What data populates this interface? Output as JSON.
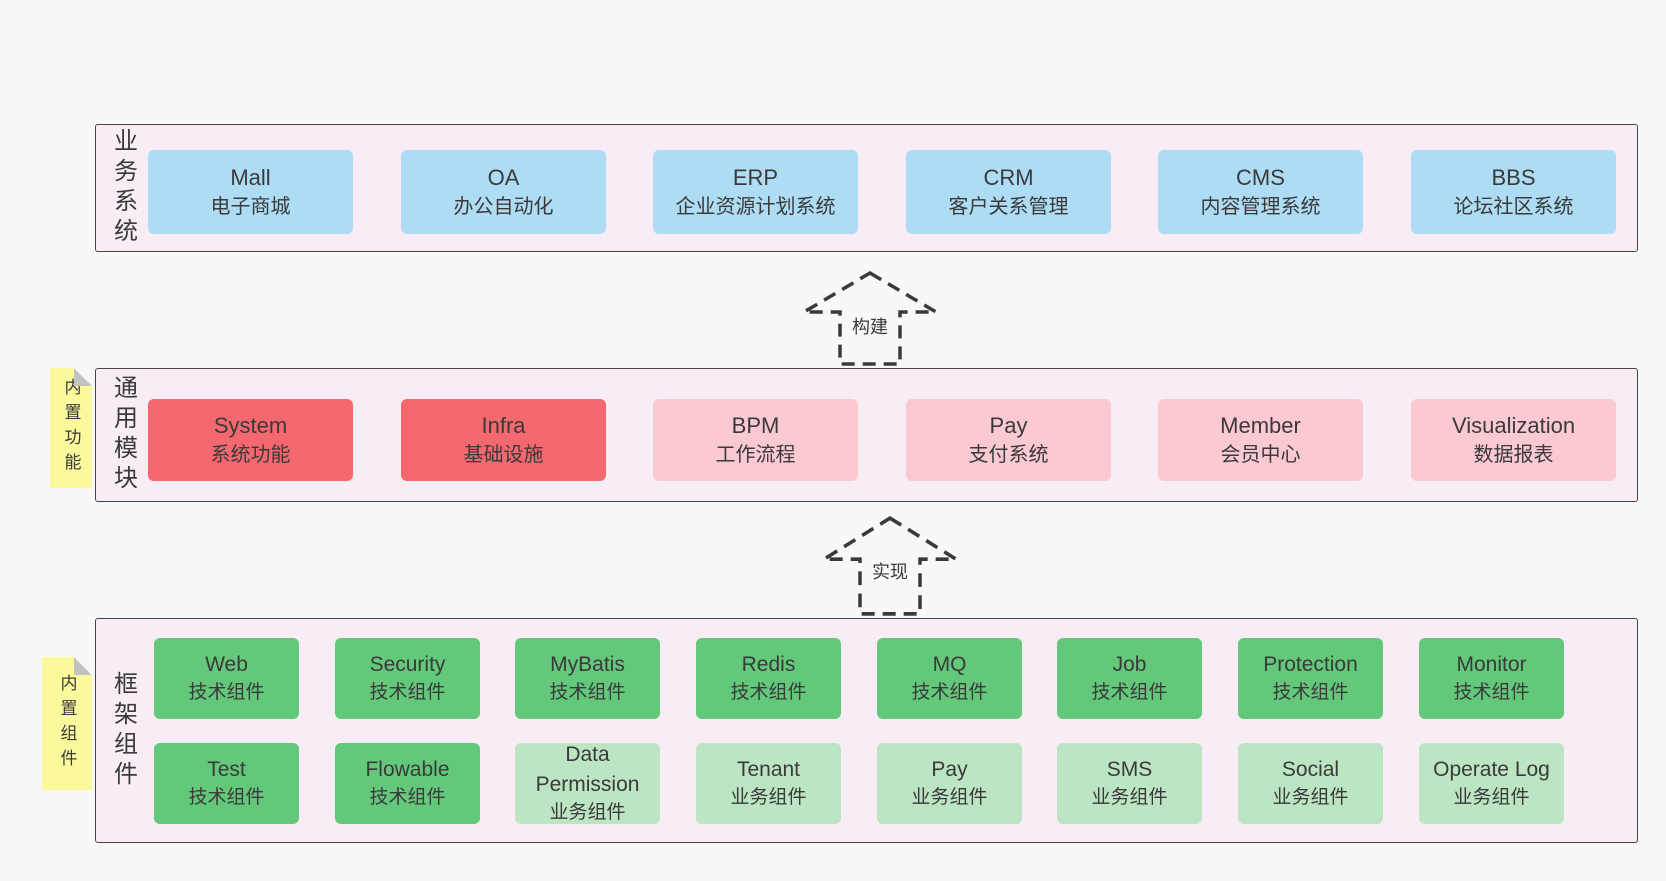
{
  "colors": {
    "page_bg": "#f8f8f8",
    "band_bg": "#f8edf5",
    "band_border": "#454545",
    "blue": "#aedcf4",
    "red": "#f5686f",
    "pink": "#fbc9d1",
    "green_dark": "#63c87a",
    "green_light": "#bce5c3",
    "sticky_yellow": "#fafa9d",
    "text": "#3a3a3a"
  },
  "arrows": [
    {
      "label": "构建"
    },
    {
      "label": "实现"
    }
  ],
  "stickies": [
    {
      "label": "内置功能"
    },
    {
      "label": "内置组件"
    }
  ],
  "bands": [
    {
      "label": "业务系统",
      "boxes": [
        {
          "title": "Mall",
          "subtitle": "电子商城"
        },
        {
          "title": "OA",
          "subtitle": "办公自动化"
        },
        {
          "title": "ERP",
          "subtitle": "企业资源计划系统"
        },
        {
          "title": "CRM",
          "subtitle": "客户关系管理"
        },
        {
          "title": "CMS",
          "subtitle": "内容管理系统"
        },
        {
          "title": "BBS",
          "subtitle": "论坛社区系统"
        }
      ]
    },
    {
      "label": "通用模块",
      "boxes": [
        {
          "title": "System",
          "subtitle": "系统功能"
        },
        {
          "title": "Infra",
          "subtitle": "基础设施"
        },
        {
          "title": "BPM",
          "subtitle": "工作流程"
        },
        {
          "title": "Pay",
          "subtitle": "支付系统"
        },
        {
          "title": "Member",
          "subtitle": "会员中心"
        },
        {
          "title": "Visualization",
          "subtitle": "数据报表"
        }
      ]
    },
    {
      "label": "框架组件",
      "boxes": [
        {
          "title": "Web",
          "subtitle": "技术组件"
        },
        {
          "title": "Security",
          "subtitle": "技术组件"
        },
        {
          "title": "MyBatis",
          "subtitle": "技术组件"
        },
        {
          "title": "Redis",
          "subtitle": "技术组件"
        },
        {
          "title": "MQ",
          "subtitle": "技术组件"
        },
        {
          "title": "Job",
          "subtitle": "技术组件"
        },
        {
          "title": "Protection",
          "subtitle": "技术组件"
        },
        {
          "title": "Monitor",
          "subtitle": "技术组件"
        },
        {
          "title": "Test",
          "subtitle": "技术组件"
        },
        {
          "title": "Flowable",
          "subtitle": "技术组件"
        },
        {
          "title": "Data Permission",
          "subtitle": "业务组件"
        },
        {
          "title": "Tenant",
          "subtitle": "业务组件"
        },
        {
          "title": "Pay",
          "subtitle": "业务组件"
        },
        {
          "title": "SMS",
          "subtitle": "业务组件"
        },
        {
          "title": "Social",
          "subtitle": "业务组件"
        },
        {
          "title": "Operate Log",
          "subtitle": "业务组件"
        }
      ]
    }
  ]
}
